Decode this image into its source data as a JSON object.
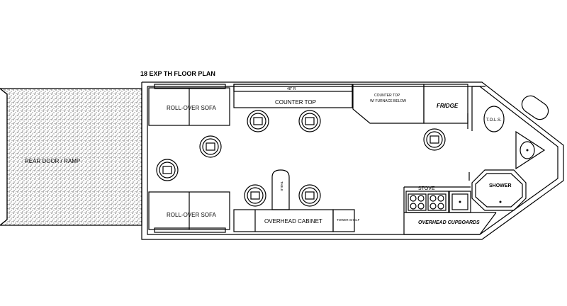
{
  "title": "18 EXP TH FLOOR PLAN",
  "labels": {
    "rear_door": "REAR DOOR / RAMP",
    "sofa_top": "ROLL-OVER SOFA",
    "sofa_bottom": "ROLL-OVER SOFA",
    "counter_top": "COUNTER TOP",
    "counter_small": "48\" R",
    "counter_top2_line1": "COUNTER TOP",
    "counter_top2_line2": "W/ FURNACE BELOW",
    "fridge": "FRIDGE",
    "toilet": "T.O.L.S.",
    "stove": "STOVE",
    "shower": "SHOWER",
    "overhead_cabinet": "OVERHEAD CABINET",
    "tower_shelf": "TOWER SHELF",
    "overhead_cupboards": "OVERHEAD CUPBOARDS",
    "center_table": "TABLE"
  }
}
